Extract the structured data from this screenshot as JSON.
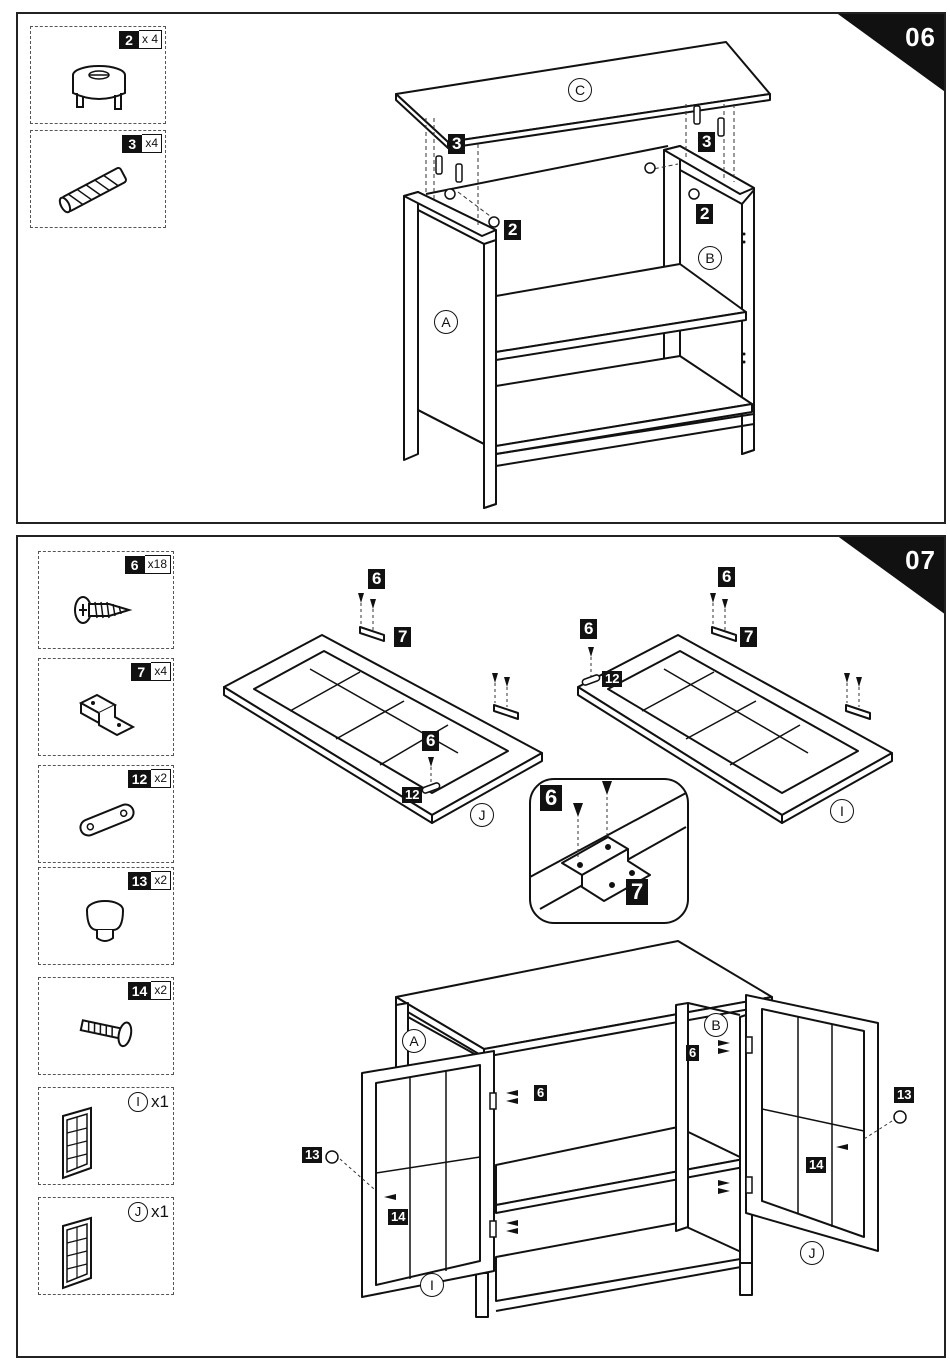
{
  "steps": [
    {
      "number": "06",
      "parts": [
        {
          "id": "2",
          "qty": "x 4",
          "icon": "cam-lock-icon"
        },
        {
          "id": "3",
          "qty": "x4",
          "icon": "wooden-dowel-icon"
        }
      ],
      "panel_labels": [
        "C",
        "A",
        "B"
      ],
      "callouts": [
        "3",
        "3",
        "2",
        "2"
      ]
    },
    {
      "number": "07",
      "parts": [
        {
          "id": "6",
          "qty": "x18",
          "icon": "screw-icon"
        },
        {
          "id": "7",
          "qty": "x4",
          "icon": "hinge-icon"
        },
        {
          "id": "12",
          "qty": "x2",
          "icon": "catch-plate-icon"
        },
        {
          "id": "13",
          "qty": "x2",
          "icon": "knob-icon"
        },
        {
          "id": "14",
          "qty": "x2",
          "icon": "bolt-icon"
        },
        {
          "id": "I",
          "qty": "x1",
          "icon": "glass-door-icon"
        },
        {
          "id": "J",
          "qty": "x1",
          "icon": "glass-door-icon"
        }
      ],
      "door_labels": [
        "J",
        "I"
      ],
      "assembly_labels": [
        "A",
        "B",
        "I",
        "J"
      ],
      "callouts": {
        "door_j": [
          "6",
          "7",
          "6",
          "12"
        ],
        "door_i": [
          "6",
          "7",
          "6",
          "12"
        ],
        "detail": [
          "6",
          "7"
        ],
        "assembly": [
          "6",
          "6",
          "13",
          "13",
          "14",
          "14"
        ]
      }
    }
  ]
}
